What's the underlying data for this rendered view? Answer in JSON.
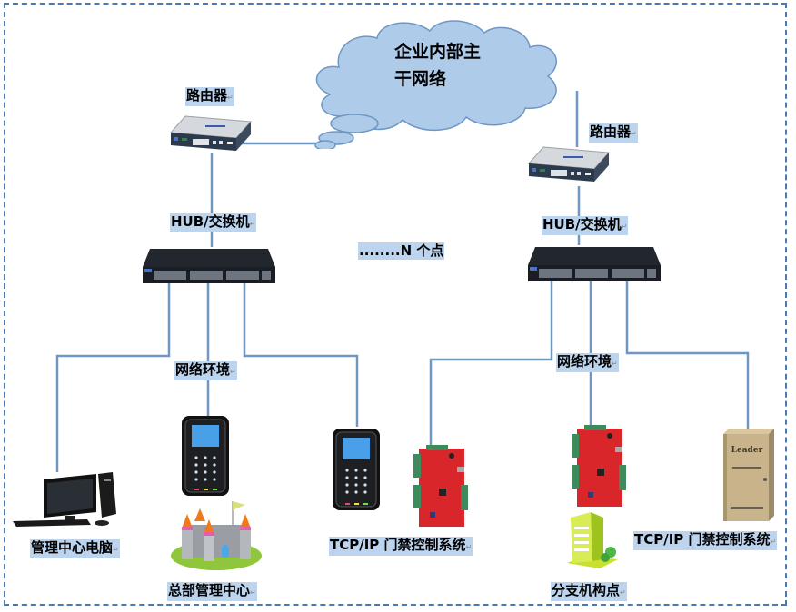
{
  "cloud": {
    "line1": "企业内部主",
    "line2": "干网络"
  },
  "labels": {
    "router_left": "路由器",
    "router_right": "路由器",
    "hub_left": "HUB/交换机",
    "hub_right": "HUB/交换机",
    "n_points": "........N 个点",
    "network_left": "网络环境",
    "network_right": "网络环境",
    "mgmt_pc": "管理中心电脑",
    "hq": "总部管理中心",
    "tcpip_left": "TCP/IP 门禁控制系统",
    "branch": "分支机构点",
    "tcpip_right": "TCP/IP 门禁控制系统"
  },
  "cabinet_brand": "Leader",
  "colors": {
    "line": "#6f97c3",
    "frame": "#4a7ab5",
    "cloud_fill": "#aecbea",
    "label_bg": "#bcd4ee"
  }
}
